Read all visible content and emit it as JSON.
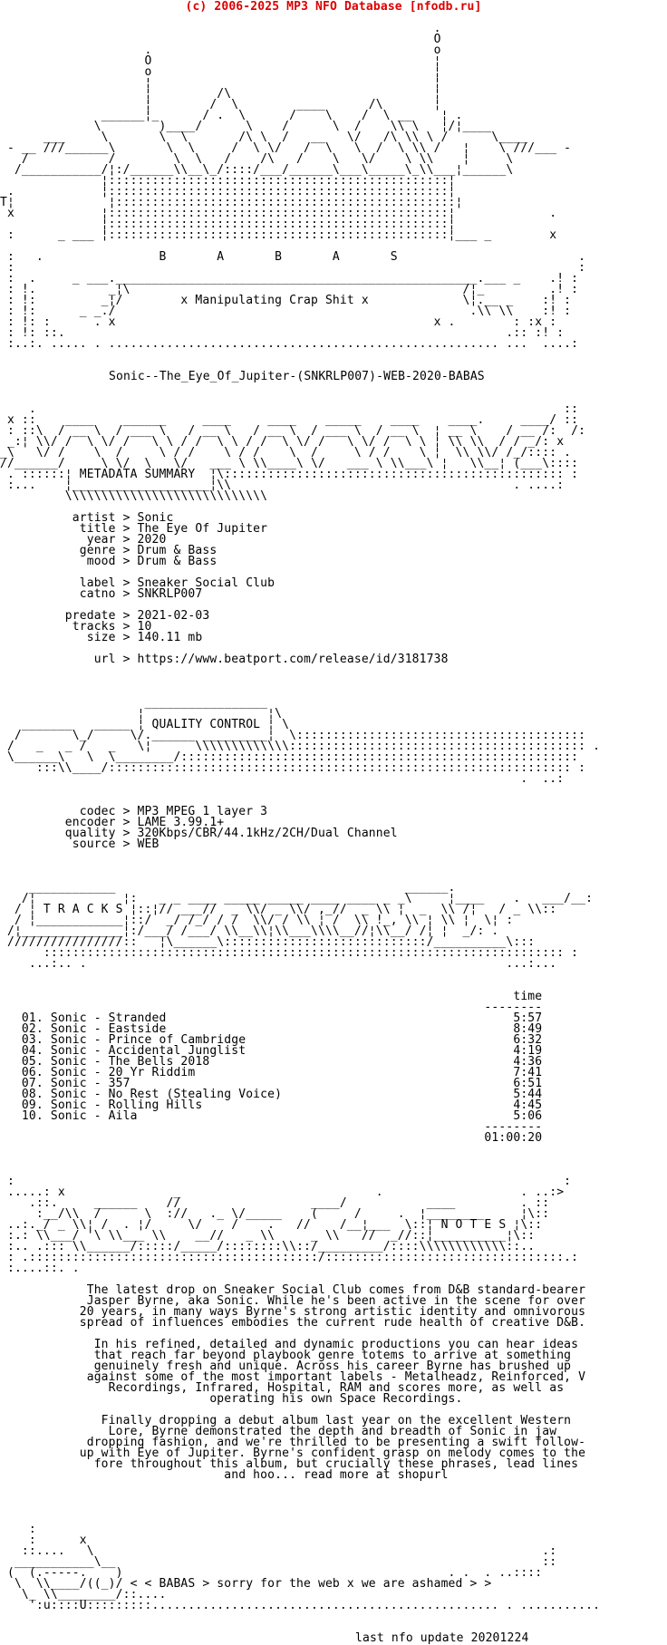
{
  "page": {
    "background": "#ffffff",
    "text_color": "#000000",
    "accent_red": "#dd0000"
  },
  "header": {
    "copyright": "(c) 2006-2025 MP3 NFO Database [nfodb.ru]",
    "group": "BABAS",
    "slogan": "x Manipulating Crap Shit x",
    "art": [
      "                                                            .",
      "                                                            O",
      "                    .                                       o",
      "                    O                                       ¦",
      "                    o                                       ¦",
      "                    ¦                                       ¦",
      "                    ¦         /\\                            ¦",
      "                    ¦        /  \\        ____      /\\       ¦",
      "              ______¦_      / .  \\      /    \\    /  \\ __    ¦ .",
      "             \\        )____/      \\    /      \\  /    \\\\ \\   ¦/¦____",
      "      ___     \\       \\  \\       /\\ \\  /   __   \\/   /\\ \\\\ \\ /      \\____",
      " - __ ///______\\       \\  \\     /  \\ \\/   /  \\   \\  /  \\ \\\\ /   ¦    \\ ///___ -",
      "   /           /        \\  \\   /    /\\   /    \\   \\/    \\ \\\\    ¦     \\",
      "  /___________/¦:/______\\\\__\\_/::::/___/______\\___\\_____\\_\\\\___¦______\\",
      "              ¦:::::::::::::::::::::::::::::::::::::::::::::::¦",
      " .            ¦:::::::::::::::::::::::::::::::::::::::::::::::¦",
      "T¦             ¦:::::::::::::::::::::::::::::::::::::::::::::::¦",
      " x            ¦:::::::::::::::::::::::::::::::::::::::::::::::¦             .",
      "              ¦:::::::::::::::::::::::::::::::::::::::::::::::¦",
      " :      _ ___ ¦:::::::::::::::::::::::::::::::::::::::::::::::¦___ _        x",
      "",
      " :   .                B       A       B       A       S                         .",
      " :                                                                              :",
      " :  .     _ ___.__________________________________________________.___ _    .! :",
      " : !.          _¦\\                                              /¦_         .! :",
      " : !:         _¦/        x Manipulating Crap Shit x             \\¦.__ _    :! :",
      " : !:      _ _./                                                 .\\\\ \\\\    :! :",
      " : !: :      . x                                            x .        : :x :",
      " : !: ::.                                                             .:: :! :",
      " :..:. ..... . ...................................................... ...  ....:"
    ]
  },
  "release": {
    "name": "Sonic--The_Eye_Of_Jupiter-(SNKRLP007)-WEB-2020-BABAS"
  },
  "metadata_summary": {
    "section_title": "METADATA SUMMARY",
    "banner_art": [
      "    .                                                                         ::",
      " x ::    ____    ______     ____     ____    _____    ____    ____.     ____/ ::",
      " : ::\\  / __ \\  / ___ \\   / __ \\   / __ \\  / ___ \\  / __ \\  ¦ __ \\    / __ /:  /:",
      " _:¦ \\\\/ /  \\ \\/ /   \\ \\ / /  \\ \\ / /  \\ \\/ /   \\ \\/ /  \\ \\ ¦ \\\\ \\\\  / / _/: x",
      "_\\   \\/ /    \\  /     \\ / /    \\ / /    \\  /     \\ / /    \\ ¦  \\\\ \\\\/ /_/:::: .",
      "//______/     \\ \\/  \\   \\/   ___ \\ \\\\____\\ \\/   ___ \\ \\\\___\\ ¦   \\\\__¦ (___\\::::",
      " . ::::::¦ METADATA SUMMARY  ¦\\::::::::::::::::::::::::::::::::::::::::::::::: :",
      " :...    ¦___________________¦\\\\                                       . ....:",
      "         \\\\\\\\\\\\\\\\\\\\\\\\\\\\\\\\\\\\\\\\\\\\\\\\\\\\\\\\"
    ],
    "field_groups": [
      [
        {
          "label": "artist",
          "value": "Sonic"
        },
        {
          "label": "title",
          "value": "The Eye Of Jupiter"
        },
        {
          "label": "year",
          "value": "2020"
        },
        {
          "label": "genre",
          "value": "Drum & Bass"
        },
        {
          "label": "mood",
          "value": "Drum & Bass"
        }
      ],
      [
        {
          "label": "label",
          "value": "Sneaker Social Club"
        },
        {
          "label": "catno",
          "value": "SNKRLP007"
        }
      ],
      [
        {
          "label": "predate",
          "value": "2021-02-03"
        },
        {
          "label": "tracks",
          "value": "10"
        },
        {
          "label": "size",
          "value": "140.11 mb"
        }
      ],
      [
        {
          "label": "url",
          "value": "https://www.beatport.com/release/id/3181738"
        }
      ]
    ]
  },
  "quality_control": {
    "section_title": "QUALITY CONTROL",
    "banner_art": [
      "                    _________________",
      "                   ¦                 ¦\\",
      "   _______   _____ ¦ QUALITY CONTROL ¦ \\",
      "  /       \\_/     \\/.______ _________¦  \\::::::::::::::::::::::::::::::::::::::::",
      " /   _   _ /   _   \\¦      \\\\\\\\\\\\\\\\\\\\\\\\\\::::::::::::::::::::::::::::::::::::::::: .",
      " \\______\\   \\  \\________/:::::::::::::::::::::::::::::::::::::::::::::::::::::::",
      "     :::\\\\____/:::::::::::::::::::::::::::::::::::::::::::::::::::::::::::::::: :",
      "                                                                        .  ..:"
    ],
    "field_groups": [
      [
        {
          "label": "codec",
          "value": "MP3 MPEG 1 layer 3"
        },
        {
          "label": "encoder",
          "value": "LAME 3.99.1+"
        },
        {
          "label": "quality",
          "value": "320Kbps/CBR/44.1kHz/2CH/Dual Channel"
        },
        {
          "label": "source",
          "value": "WEB"
        }
      ]
    ]
  },
  "tracks": {
    "section_title": "TRACKS",
    "banner_art": [
      "    ____________                                        ______.",
      "   /¦            ¦:   _ _ ____ _____ _____ ____ ____ _ _\\     ¦____    .   ___/__:",
      "  / ¦ T R A C K S ¦::¦// ___//  _ \\\\/ _ \\\\/ ,_//  _ \\\\ ¦  _  \\\\ /¦   / _ \\\\::",
      "  / ¦____________¦::/  _/ /_/ / /  \\\\/ / \\\\ ¦ /  \\\\ !_, \\\\ ¦ \\\\ ¦  \\¦ :",
      " /¦______________¦:/___/ /___/ \\\\__\\\\¦\\\\___\\\\\\\\__//¦\\\\__/ /¦ ¦  _/: .",
      " ////////////////::   ¦\\______\\::::::::::::::::::::::::::::/__________\\:::",
      "      :::::::::::::::::::::::::::::::::::::::::::::::::::::::::::::::::::::::: :",
      "    ...:.. .                                                          ...:..."
    ],
    "time_header": "time",
    "items": [
      {
        "num": "01",
        "artist": "Sonic",
        "title": "Stranded",
        "time": "5:57"
      },
      {
        "num": "02",
        "artist": "Sonic",
        "title": "Eastside",
        "time": "8:49"
      },
      {
        "num": "03",
        "artist": "Sonic",
        "title": "Prince of Cambridge",
        "time": "6:32"
      },
      {
        "num": "04",
        "artist": "Sonic",
        "title": "Accidental Junglist",
        "time": "4:19"
      },
      {
        "num": "05",
        "artist": "Sonic",
        "title": "The Bells 2018",
        "time": "4:36"
      },
      {
        "num": "06",
        "artist": "Sonic",
        "title": "20 Yr Riddim",
        "time": "7:41"
      },
      {
        "num": "07",
        "artist": "Sonic",
        "title": "357",
        "time": "6:51"
      },
      {
        "num": "08",
        "artist": "Sonic",
        "title": "No Rest (Stealing Voice)",
        "time": "5:44"
      },
      {
        "num": "09",
        "artist": "Sonic",
        "title": "Rolling Hills",
        "time": "4:45"
      },
      {
        "num": "10",
        "artist": "Sonic",
        "title": "Aila",
        "time": "5:06"
      }
    ],
    "total_time": "01:00:20"
  },
  "notes": {
    "section_title": "NOTES",
    "banner_art": [
      " :                                                                            :",
      " .....: x               _                           .                   . ..:>",
      "    .::.     ______    //                  ____/           ____         . ::",
      "     :__/\\\\  /      \\  ://   ._ \\/_____    (     /     .  ¦________     ¦\\::",
      " ..:._/ _ \\\\¦ /  . ¦/     \\/    /    .   //    /__¦___  \\::¦ N O T E S ¦\\::",
      " :.: \\\\___/ '\\ \\\\___ \\\\    __//   _ \\\\     _ \\\\   //  _//::¦__________¦\\::",
      " :.. .::: \\\\______/:::::/_____/::::::::\\\\::/_________/::::\\\\\\\\\\\\\\\\\\\\\\\\::..",
      " : .::::::::::::::::::::::::::::::::::::::::/:::::::::::::::::::::::::::::::::.:",
      " :....::. ."
    ],
    "paragraphs": [
      [
        "The latest drop on Sneaker Social Club comes from D&B standard-bearer",
        "Jasper Byrne, aka Sonic. While he's been active in the scene for over",
        "20 years, in many ways Byrne's strong artistic identity and omnivorous",
        "spread of influences embodies the current rude health of creative D&B."
      ],
      [
        "In his refined, detailed and dynamic productions you can hear ideas",
        "that reach far beyond playbook genre totems to arrive at something",
        "genuinely fresh and unique. Across his career Byrne has brushed up",
        "against some of the most important labels - Metalheadz, Reinforced, V",
        "Recordings, Infrared, Hospital, RAM and scores more, as well as",
        "operating his own Space Recordings."
      ],
      [
        "Finally dropping a debut album last year on the excellent Western",
        "Lore, Byrne demonstrated the depth and breadth of Sonic in jaw",
        "dropping fashion, and we're thrilled to be presenting a swift follow-",
        "up with Eye of Jupiter. Byrne's confident grasp on melody comes to the",
        "fore throughout this album, but crucially these phrases, lead lines",
        "and hoo... read more at shopurl"
      ]
    ]
  },
  "footer": {
    "art": [
      "    :",
      "    :      x",
      "   ::....   \\                                                              .:",
      "  ___________\\__                                                           ::",
      " (  (.-----.    )                                             . .  . ..::::",
      "  \\  \\\\____/((_)/ < < BABAS > sorry for the web x we are ashamed > >",
      "   \\_ \\\\________/::....",
      "    ':u::::U:::::::::................................................ . ..........."
    ],
    "greet": "< < BABAS > sorry for the web x we are ashamed > >",
    "last_update": "last nfo update 20201224"
  }
}
